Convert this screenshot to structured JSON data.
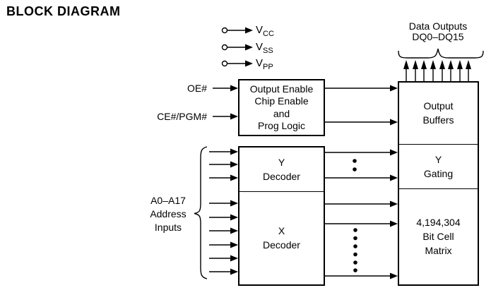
{
  "title": "BLOCK DIAGRAM",
  "power_inputs": [
    {
      "main": "V",
      "sub": "CC"
    },
    {
      "main": "V",
      "sub": "SS"
    },
    {
      "main": "V",
      "sub": "PP"
    }
  ],
  "control_inputs": {
    "oe": "OE#",
    "ce_pgm": "CE#/PGM#"
  },
  "data_outputs": {
    "line1": "Data Outputs",
    "line2": "DQ0–DQ15"
  },
  "address_inputs": {
    "line1": "A0–A17",
    "line2": "Address",
    "line3": "Inputs"
  },
  "blocks": {
    "prog_logic": {
      "lines": [
        "Output Enable",
        "Chip Enable",
        "and",
        "Prog Logic"
      ]
    },
    "y_decoder": {
      "lines": [
        "Y",
        "Decoder"
      ]
    },
    "x_decoder": {
      "lines": [
        "X",
        "Decoder"
      ]
    },
    "output_buffers": {
      "lines": [
        "Output",
        "Buffers"
      ]
    },
    "y_gating": {
      "lines": [
        "Y",
        "Gating"
      ]
    },
    "bit_cell_matrix": {
      "lines": [
        "4,194,304",
        "Bit Cell",
        "Matrix"
      ]
    }
  },
  "colors": {
    "line": "#000000",
    "text": "#000000",
    "background": "#ffffff"
  }
}
